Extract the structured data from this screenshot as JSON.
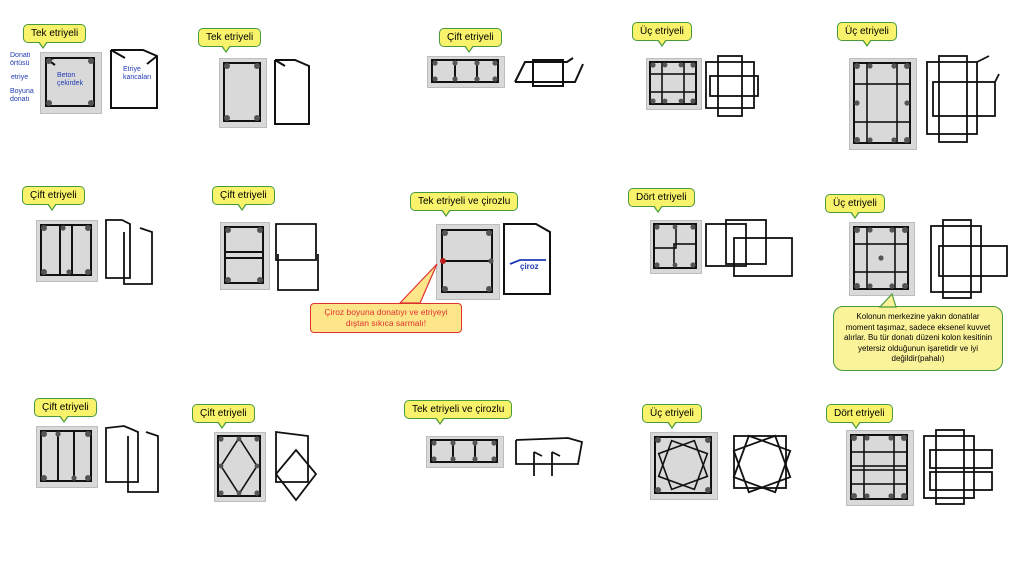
{
  "bubbles": {
    "p1": "Tek etriyeli",
    "p2": "Tek etriyeli",
    "p3": "Çift etriyeli",
    "p4": "Üç etriyeli",
    "p5": "Üç etriyeli",
    "p6": "Çift etriyeli",
    "p7": "Çift etriyeli",
    "p8": "Tek etriyeli ve çirozlu",
    "p9": "Dört etriyeli",
    "p10": "Üç etriyeli",
    "p11": "Çift etriyeli",
    "p12": "Çift etriyeli",
    "p13": "Tek etriyeli ve çirozlu",
    "p14": "Üç etriyeli",
    "p15": "Dört etriyeli"
  },
  "labels": {
    "donati_ortusu": "Donatı örtüsü",
    "etriye": "etriye",
    "boyuna_donati": "Boyuna donatı",
    "beton_cekirdek": "Beton çekirdek",
    "etriye_kancalari": "Etriye kancaları",
    "ciroz": "çiroz"
  },
  "callouts": {
    "red": "Çiroz boyuna donatıyı ve etriyeyi dıştan sıkıca sarmalı!",
    "green": "Kolonun merkezine yakın donatılar moment taşımaz, sadece eksenel kuvvet alırlar. Bu tür donatı düzeni kolon kesitinin yetersiz olduğunun işaretidir ve iyi değildir(pahalı)"
  },
  "colors": {
    "bubble_fill": "#f8f36a",
    "bubble_border": "#4a9a3c",
    "section_fill": "#d9d9d9",
    "label_blue": "#1f3bb3",
    "warning_red": "#e0312e"
  }
}
